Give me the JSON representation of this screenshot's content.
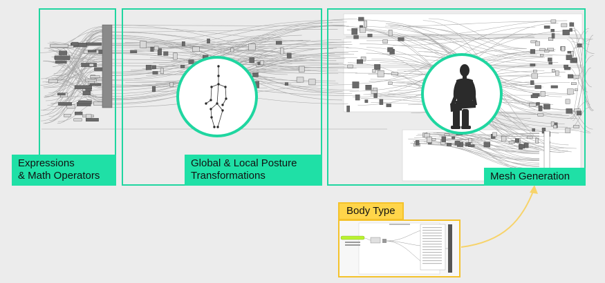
{
  "sections": {
    "expressions": {
      "line1": "Expressions",
      "line2": "& Math Operators"
    },
    "posture": {
      "line1": "Global & Local Posture",
      "line2": "Transformations"
    },
    "mesh": {
      "title": "Mesh Generation"
    },
    "body_type": {
      "title": "Body Type"
    }
  },
  "colors": {
    "accent": "#1fd6a0",
    "label_bg": "#1fe0a6",
    "body_type_accent": "#ffd54a",
    "arrow": "#f7d36a",
    "wire": "#9a9a9a",
    "node": "#555555"
  },
  "icons": [
    "skeleton-stick-figure-icon",
    "human-mannequin-icon"
  ]
}
